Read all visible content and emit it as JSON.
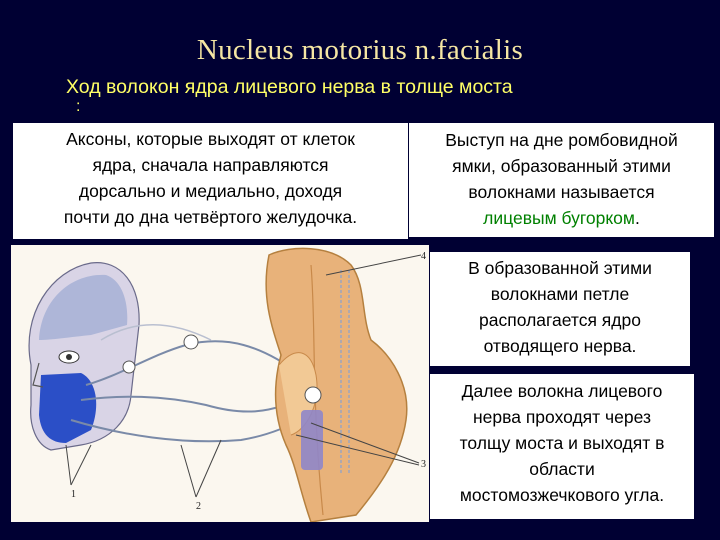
{
  "title": "Nucleus motorius n.facialis",
  "subtitle": "Ход волокон ядра лицевого нерва в толще моста",
  "subtitle_colon": ":",
  "box1": {
    "lines": [
      "Аксоны, которые выходят от клеток",
      "ядра, сначала направляются",
      "дорсально и медиально, доходя",
      "почти до дна четвёртого желудочка."
    ]
  },
  "box2": {
    "lines": [
      "Выступ на дне ромбовидной",
      "ямки, образованный этими",
      "волокнами называется"
    ],
    "highlight": "лицевым бугорком",
    "highlight_end": "."
  },
  "box3": {
    "lines": [
      "В образованной этими",
      "волокнами петле",
      "располагается ядро",
      "отводящего нерва."
    ]
  },
  "box4": {
    "lines": [
      "Далее волокна лицевого",
      "нерва проходят через",
      "толщу моста и выходят в",
      "области",
      "мостомозжечкового угла."
    ]
  },
  "figure": {
    "labels": {
      "l1": "1",
      "l2": "2",
      "l3": "3",
      "l4": "4"
    },
    "colors": {
      "face_blue": "#2b4fc7",
      "brainstem": "#e8b27a",
      "background": "#000033",
      "highlight": "#008000"
    }
  }
}
